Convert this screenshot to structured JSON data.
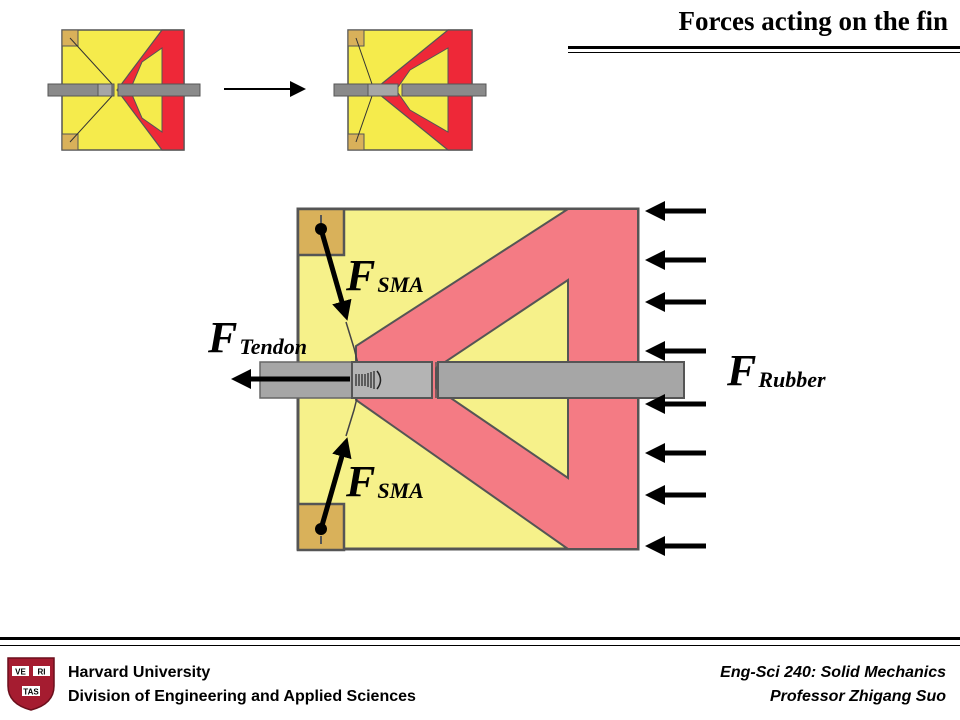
{
  "header": {
    "title": "Forces acting on the fin"
  },
  "diagram": {
    "labels": {
      "f_sma_top": {
        "main": "F",
        "sub": "SMA"
      },
      "f_sma_bottom": {
        "main": "F",
        "sub": "SMA"
      },
      "f_tendon": {
        "main": "F",
        "sub": "Tendon"
      },
      "f_rubber": {
        "main": "F",
        "sub": "Rubber"
      }
    },
    "colors": {
      "fin_body": "#f6f18a",
      "fin_body_small": "#f5eb4c",
      "triangle": "#f47b84",
      "triangle_small": "#ee2838",
      "anchor": "#d9b15a",
      "tendon": "#a6a6a6",
      "outline": "#555555"
    },
    "rubber_arrow_count": 8
  },
  "footer": {
    "institution": "Harvard University",
    "division": "Division of Engineering and Applied Sciences",
    "course": "Eng-Sci 240: Solid Mechanics",
    "professor": "Professor Zhigang Suo",
    "shield": {
      "top_left": "VE",
      "top_right": "RI",
      "bottom": "TAS"
    }
  }
}
